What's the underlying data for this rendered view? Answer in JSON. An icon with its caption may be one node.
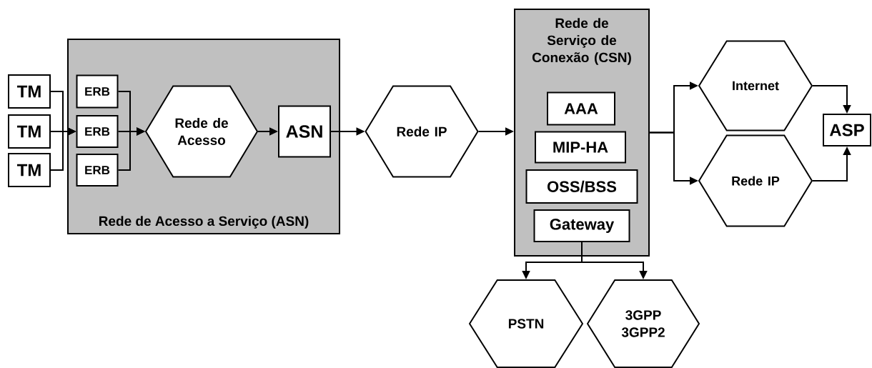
{
  "diagram": {
    "nodes": [
      {
        "text": [
          "Rede de Acesso a Serviço (ASN)"
        ]
      },
      {
        "text": [
          "TM"
        ]
      },
      {
        "text": [
          "TM"
        ]
      },
      {
        "text": [
          "TM"
        ]
      },
      {
        "text": [
          "ERB"
        ],
        "in": 0
      },
      {
        "text": [
          "ERB"
        ],
        "in": 0
      },
      {
        "text": [
          "ERB"
        ],
        "in": 0
      },
      {
        "text": [
          "Rede de Acesso"
        ],
        "in": 0
      },
      {
        "text": [
          "ASN"
        ],
        "in": 0
      },
      {
        "text": [
          "Rede IP"
        ]
      },
      {
        "text": [
          "Rede de Serviço de Conexão (CSN)"
        ]
      },
      {
        "text": [
          "AAA"
        ],
        "in": 10
      },
      {
        "text": [
          "MIP-HA"
        ],
        "in": 10
      },
      {
        "text": [
          "OSS/BSS"
        ],
        "in": 10
      },
      {
        "text": [
          "Gateway"
        ],
        "in": 10
      },
      {
        "text": [
          "PSTN"
        ]
      },
      {
        "text": [
          "3GPP 3GPP2"
        ]
      },
      {
        "text": [
          "Internet"
        ]
      },
      {
        "text": [
          "Rede IP"
        ]
      },
      {
        "text": [
          "ASP"
        ]
      }
    ],
    "edges": [
      {
        "from": 1,
        "to": 5,
        "arrow": "to"
      },
      {
        "from": 2,
        "to": 5,
        "arrow": "to"
      },
      {
        "from": 3,
        "to": 5,
        "arrow": "to"
      },
      {
        "from": 4,
        "to": 7,
        "arrow": "to"
      },
      {
        "from": 5,
        "to": 7,
        "arrow": "to"
      },
      {
        "from": 6,
        "to": 7,
        "arrow": "to"
      },
      {
        "from": 7,
        "to": 8,
        "arrow": "to"
      },
      {
        "from": 8,
        "to": 9,
        "arrow": "to"
      },
      {
        "from": 9,
        "to": 10,
        "arrow": "to"
      },
      {
        "from": 10,
        "to": 17,
        "arrow": "to"
      },
      {
        "from": 10,
        "to": 18,
        "arrow": "to"
      },
      {
        "from": 17,
        "to": 19,
        "arrow": "to"
      },
      {
        "from": 18,
        "to": 19,
        "arrow": "to"
      },
      {
        "from": 14,
        "to": 15,
        "arrow": "to"
      },
      {
        "from": 14,
        "to": 16,
        "arrow": "to"
      }
    ]
  }
}
